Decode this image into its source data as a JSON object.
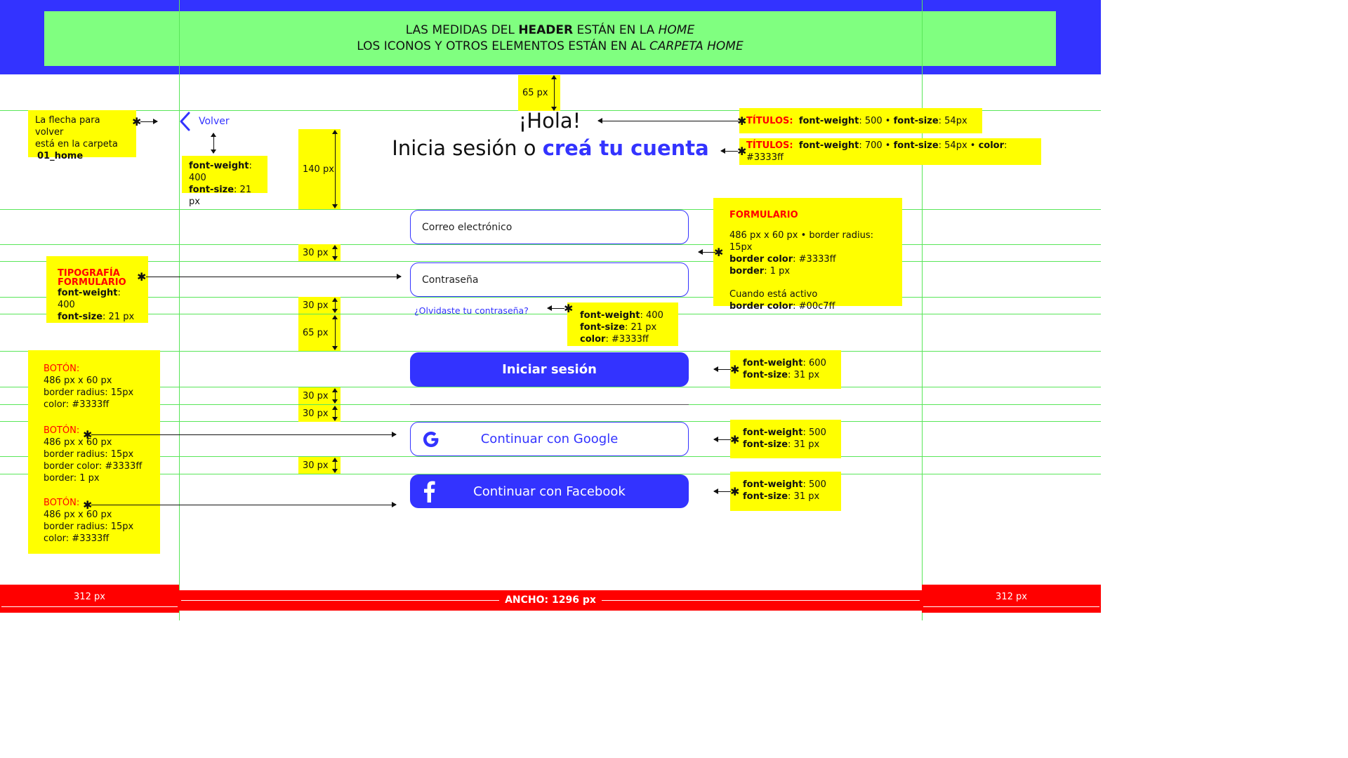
{
  "header_note": {
    "line1_a": "LAS MEDIDAS DEL ",
    "line1_b": "HEADER",
    "line1_c": " ESTÁN EN LA ",
    "line1_d": "HOME",
    "line2_a": "LOS ICONOS Y OTROS ELEMENTOS ESTÁN EN AL ",
    "line2_b": "CARPETA HOME"
  },
  "back": {
    "label": "Volver",
    "icon": "chevron-left-icon"
  },
  "titles": {
    "hello": "¡Hola!",
    "login_prefix": "Inicia sesión o ",
    "login_link": "creá tu cuenta"
  },
  "form": {
    "email_placeholder": "Correo electrónico",
    "password_placeholder": "Contraseña",
    "forgot_link": "¿Olvidaste tu contraseña?"
  },
  "buttons": {
    "login": "Iniciar sesión",
    "google": "Continuar con Google",
    "facebook": "Continuar con Facebook"
  },
  "dimensions": {
    "d65_top": "65 px",
    "d140": "140 px",
    "d30_a": "30 px",
    "d30_b": "30 px",
    "d65_mid": "65 px",
    "d30_c": "30 px",
    "d30_d": "30 px",
    "d30_e": "30 px"
  },
  "notes": {
    "arrow_folder": {
      "l1": "La flecha para volver",
      "l2": "está en la carpeta",
      "l3": "01_home"
    },
    "back_typo": {
      "k1": "font-weight",
      "v1": ": 400",
      "k2": "font-size",
      "v2": ": 21 px"
    },
    "titulo1": {
      "k0": "TÍTULOS:",
      "k1": "font-weight",
      "v1": ": 500  •  ",
      "k2": "font-size",
      "v2": ": 54px"
    },
    "titulo2": {
      "k0": "TÍTULOS:",
      "k1": "font-weight",
      "v1": ": 700  •  ",
      "k2": "font-size",
      "v2": ": 54px • ",
      "k3": "color",
      "v3": ": #3333ff"
    },
    "formulario": {
      "title": "FORMULARIO",
      "l1": "486 px x 60 px • border radius: 15px",
      "k2": "border color",
      "v2": ":  #3333ff",
      "k3": "border",
      "v3": ": 1 px",
      "l4": "Cuando está activo",
      "k5": "border color",
      "v5": ": #00c7ff"
    },
    "tipografia": {
      "t1": "TIPOGRAFÍA",
      "t2": "FORMULARIO",
      "k1": "font-weight",
      "v1": ": 400",
      "k2": "font-size",
      "v2": ": 21 px"
    },
    "forgot_typo": {
      "k1": "font-weight",
      "v1": ": 400",
      "k2": "font-size",
      "v2": ": 21 px",
      "k3": "color",
      "v3": ": #3333ff"
    },
    "botones": {
      "b1_title": "BOTÓN:",
      "b1_l1": "486 px x 60 px",
      "b1_l2": "border radius: 15px",
      "b1_l3": "color: #3333ff",
      "b2_title": "BOTÓN:",
      "b2_l1": "486 px x 60 px",
      "b2_l2": "border radius: 15px",
      "b2_l3": "border color: #3333ff",
      "b2_l4": "border: 1 px",
      "b3_title": "BOTÓN:",
      "b3_l1": "486 px x 60 px",
      "b3_l2": "border radius: 15px",
      "b3_l3": "color: #3333ff"
    },
    "login_typo": {
      "k1": "font-weight",
      "v1": ": 600",
      "k2": "font-size",
      "v2": ": 31 px"
    },
    "google_typo": {
      "k1": "font-weight",
      "v1": ": 500",
      "k2": "font-size",
      "v2": ": 31 px"
    },
    "facebook_typo": {
      "k1": "font-weight",
      "v1": ": 500",
      "k2": "font-size",
      "v2": ": 31 px"
    }
  },
  "footer": {
    "left": "312 px",
    "center": "ANCHO: 1296 px",
    "right": "312 px"
  },
  "colors": {
    "primary": "#3333ff",
    "guide": "#59e659",
    "note": "#ffff00",
    "header_note": "#80ff80",
    "footer": "#ff0000"
  }
}
